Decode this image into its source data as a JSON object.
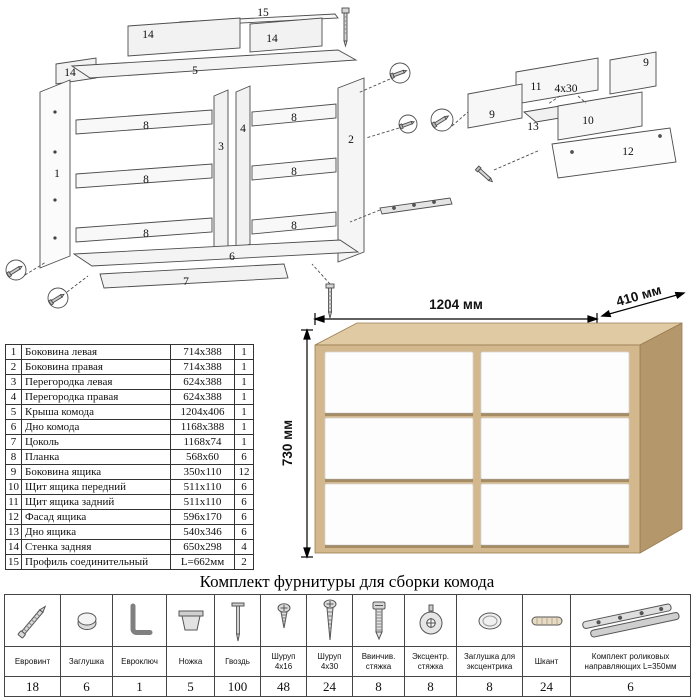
{
  "diagram": {
    "labels": {
      "n1": "1",
      "n2": "2",
      "n3": "3",
      "n4": "4",
      "n5": "5",
      "n6": "6",
      "n7": "7",
      "n8": "8",
      "n9": "9",
      "n10": "10",
      "n11": "11",
      "n12": "12",
      "n13": "13",
      "n14": "14",
      "n15": "15",
      "screw": "4x30"
    }
  },
  "dresser": {
    "width_label": "1204 мм",
    "depth_label": "410 мм",
    "height_label": "730 мм",
    "colors": {
      "wood": "#d3b88d",
      "wood_top": "#dfcaa3",
      "wood_dark": "#b4976b",
      "drawer": "#fdfdfd"
    }
  },
  "parts_table": {
    "rows": [
      {
        "num": "1",
        "name": "Боковина левая",
        "size": "714x388",
        "qty": "1"
      },
      {
        "num": "2",
        "name": "Боковина правая",
        "size": "714x388",
        "qty": "1"
      },
      {
        "num": "3",
        "name": "Перегородка левая",
        "size": "624x388",
        "qty": "1"
      },
      {
        "num": "4",
        "name": "Перегородка правая",
        "size": "624x388",
        "qty": "1"
      },
      {
        "num": "5",
        "name": "Крыша комода",
        "size": "1204x406",
        "qty": "1"
      },
      {
        "num": "6",
        "name": "Дно комода",
        "size": "1168x388",
        "qty": "1"
      },
      {
        "num": "7",
        "name": "Цоколь",
        "size": "1168x74",
        "qty": "1"
      },
      {
        "num": "8",
        "name": "Планка",
        "size": "568x60",
        "qty": "6"
      },
      {
        "num": "9",
        "name": "Боковина ящика",
        "size": "350x110",
        "qty": "12"
      },
      {
        "num": "10",
        "name": "Щит ящика передний",
        "size": "511x110",
        "qty": "6"
      },
      {
        "num": "11",
        "name": "Щит ящика задний",
        "size": "511x110",
        "qty": "6"
      },
      {
        "num": "12",
        "name": "Фасад ящика",
        "size": "596x170",
        "qty": "6"
      },
      {
        "num": "13",
        "name": "Дно ящика",
        "size": "540x346",
        "qty": "6"
      },
      {
        "num": "14",
        "name": "Стенка задняя",
        "size": "650x298",
        "qty": "4"
      },
      {
        "num": "15",
        "name": "Профиль соединительный",
        "size": "L=662мм",
        "qty": "2"
      }
    ]
  },
  "hardware": {
    "title": "Комплект фурнитуры для сборки комода",
    "items": [
      {
        "name": "Евровинт",
        "qty": "18"
      },
      {
        "name": "Заглушка",
        "qty": "6"
      },
      {
        "name": "Евроключ",
        "qty": "1"
      },
      {
        "name": "Ножка",
        "qty": "5"
      },
      {
        "name": "Гвоздь",
        "qty": "100"
      },
      {
        "name": "Шуруп 4x16",
        "qty": "48"
      },
      {
        "name": "Шуруп 4x30",
        "qty": "24"
      },
      {
        "name": "Ввинчив. стяжка",
        "qty": "8"
      },
      {
        "name": "Эксцентр. стяжка",
        "qty": "8"
      },
      {
        "name": "Заглушка для эксцентрика",
        "qty": "8"
      },
      {
        "name": "Шкант",
        "qty": "24"
      },
      {
        "name": "Комплект роликовых направляющих L=350мм",
        "qty": "6"
      }
    ]
  }
}
